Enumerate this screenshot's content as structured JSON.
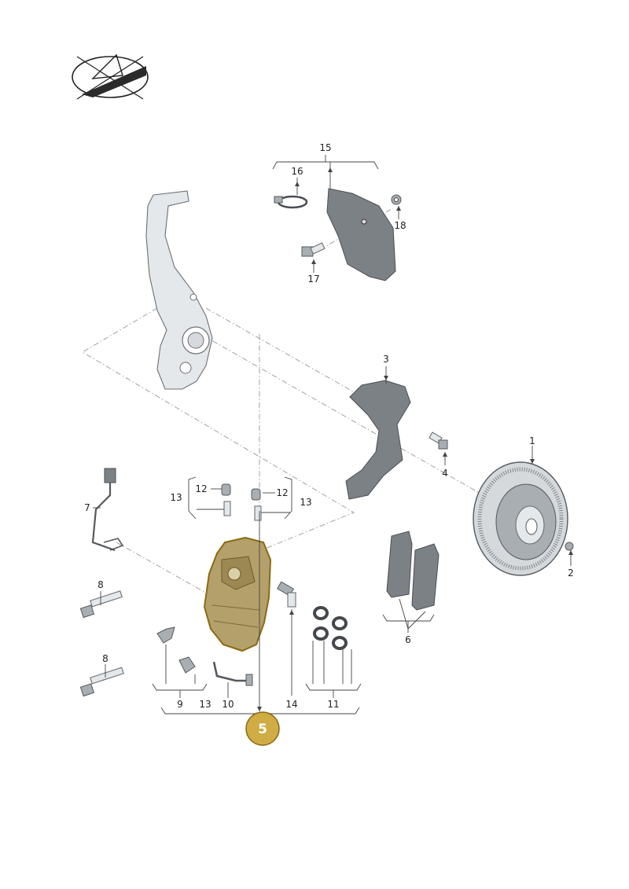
{
  "labels": {
    "disc": "1",
    "disc_screw": "2",
    "splash_plate": "3",
    "splash_bolt": "4",
    "caliper": "5",
    "pad_set": "6",
    "wear_sensor": "7",
    "guide_bolt_upper": "8",
    "guide_bolt_lower": "8",
    "retaining_spring": "9",
    "brake_hose": "10",
    "seal_kit": "11",
    "bleeder_left": "12",
    "bleeder_right": "12",
    "cap_left": "13",
    "cap_right": "13",
    "cap_bottom": "13",
    "caliper_bolt": "14",
    "shield_assembly": "15",
    "clamp": "16",
    "shield_bolt": "17",
    "shield_nut": "18"
  },
  "colors": {
    "highlight_fill": "#cfac44",
    "highlight_stroke": "#8a6a12",
    "caliper_fill": "#b4a06a"
  },
  "icons": {
    "logo": "vw-diagram-logo-icon"
  }
}
